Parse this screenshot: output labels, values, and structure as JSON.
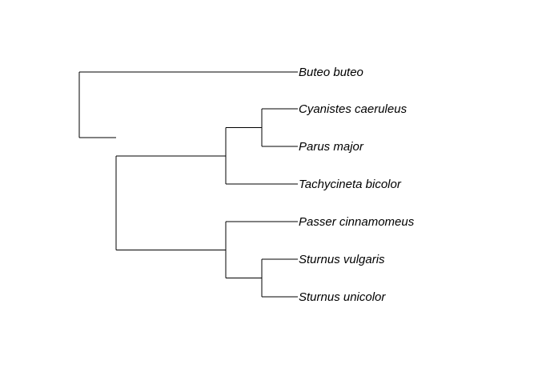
{
  "tree": {
    "line_color": "#000000",
    "tips": [
      {
        "id": "t1",
        "label": "Buteo buteo"
      },
      {
        "id": "t2",
        "label": "Cyanistes caeruleus"
      },
      {
        "id": "t3",
        "label": "Parus major"
      },
      {
        "id": "t4",
        "label": "Tachycineta bicolor"
      },
      {
        "id": "t5",
        "label": "Passer cinnamomeus"
      },
      {
        "id": "t6",
        "label": "Sturnus vulgaris"
      },
      {
        "id": "t7",
        "label": "Sturnus unicolor"
      }
    ],
    "topology": "(Buteo buteo,(((Cyanistes caeruleus,Parus major),Tachycineta bicolor),(Passer cinnamomeus,(Sturnus vulgaris,Sturnus unicolor))));"
  }
}
